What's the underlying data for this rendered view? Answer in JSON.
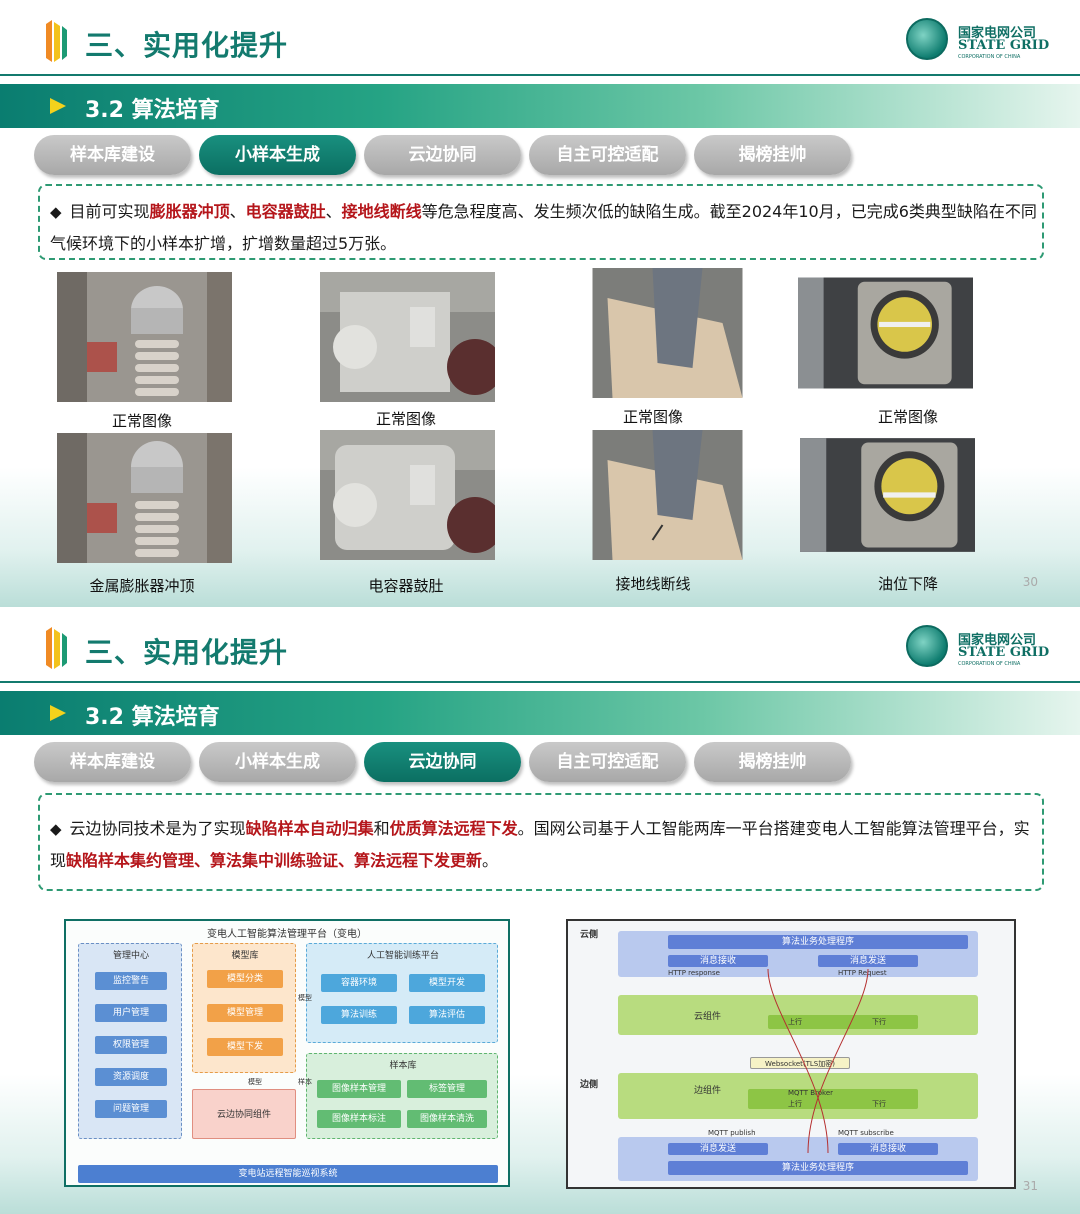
{
  "slides": [
    {
      "heading": "三、实用化提升",
      "brand": {
        "zh": "国家电网公司",
        "en": "STATE GRID",
        "sub": "CORPORATION OF CHINA"
      },
      "section": "3.2 算法培育",
      "tabs": [
        "样本库建设",
        "小样本生成",
        "云边协同",
        "自主可控适配",
        "揭榜挂帅"
      ],
      "active_tab": "小样本生成",
      "description": {
        "p1": "目前可实现",
        "r1": "膨胀器冲顶",
        "s1": "、",
        "r2": "电容器鼓肚",
        "s2": "、",
        "r3": "接地线断线",
        "p2": "等危急程度高、发生频次低的缺陷生成。截至2024年10月，已完成6类典型缺陷在不同气候环境下的小样本扩增，扩增数量超过5万张。"
      },
      "captions_top": [
        "正常图像",
        "正常图像",
        "正常图像",
        "正常图像"
      ],
      "captions_bottom": [
        "金属膨胀器冲顶",
        "电容器鼓肚",
        "接地线断线",
        "油位下降"
      ],
      "page_number": "30"
    },
    {
      "heading": "三、实用化提升",
      "brand": {
        "zh": "国家电网公司",
        "en": "STATE GRID",
        "sub": "CORPORATION OF CHINA"
      },
      "section": "3.2 算法培育",
      "tabs": [
        "样本库建设",
        "小样本生成",
        "云边协同",
        "自主可控适配",
        "揭榜挂帅"
      ],
      "active_tab": "云边协同",
      "description": {
        "p1": "云边协同技术是为了实现",
        "r1": "缺陷样本自动归集",
        "s1": "和",
        "r2": "优质算法远程下发",
        "p2": "。国网公司基于人工智能两库一平台搭建变电人工智能算法管理平台，实现",
        "r3": "缺陷样本集约管理、算法集中训练验证、算法远程下发更新",
        "p3": "。"
      },
      "diagram_left": {
        "title": "变电人工智能算法管理平台（变电）",
        "mgmt": {
          "title": "管理中心",
          "items": [
            "监控警告",
            "用户管理",
            "权限管理",
            "资源调度",
            "问题管理"
          ]
        },
        "model": {
          "title": "模型库",
          "items": [
            "模型分类",
            "模型管理",
            "模型下发"
          ]
        },
        "train": {
          "title": "人工智能训练平台",
          "items": [
            "容器环境",
            "模型开发",
            "算法训练",
            "算法评估"
          ]
        },
        "sample": {
          "title": "样本库",
          "items": [
            "图像样本管理",
            "标签管理",
            "图像样本标注",
            "图像样本清洗"
          ]
        },
        "edge_component": "云边协同组件",
        "bottom_system": "变电站远程智能巡视系统",
        "arrow_labels": [
          "模型",
          "模型",
          "样本"
        ]
      },
      "diagram_right": {
        "cloud_label": "云侧",
        "edge_label": "边侧",
        "cloud_app": "算法业务处理程序",
        "cloud_recv": "消息接收",
        "cloud_send": "消息发送",
        "http_resp": "HTTP response",
        "http_req": "HTTP Request",
        "cloud_component": "云组件",
        "up": "上行",
        "down": "下行",
        "websocket": "Websocket(TLS加密)",
        "edge_component": "边组件",
        "mqtt": "MQTT Broker",
        "mqtt_pub": "MQTT publish",
        "mqtt_sub": "MQTT subscribe",
        "edge_send": "消息发送",
        "edge_recv": "消息接收",
        "edge_app": "算法业务处理程序"
      },
      "page_number": "31"
    }
  ],
  "colors": {
    "primary": "#137a6e",
    "accent_red": "#b5161b",
    "tab_inactive": "#b5b5b5",
    "arrow_yellow": "#f3d21c"
  }
}
